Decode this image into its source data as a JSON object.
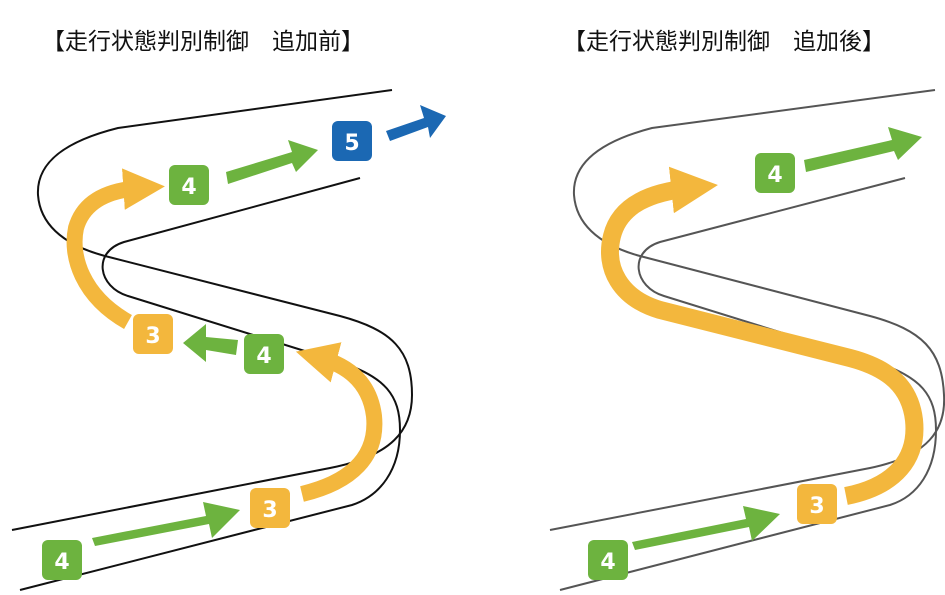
{
  "panels": {
    "before": {
      "title": "【走行状態判別制御　追加前】",
      "badges": [
        "4",
        "3",
        "4",
        "3",
        "4",
        "5"
      ]
    },
    "after": {
      "title": "【走行状態判別制御　追加後】",
      "badges": [
        "4",
        "3",
        "4"
      ]
    }
  },
  "colors": {
    "green": "#6db33f",
    "orange": "#f3b73d",
    "blue": "#1b68b3",
    "road_line_left": "#111111",
    "road_line_right": "#555555"
  }
}
